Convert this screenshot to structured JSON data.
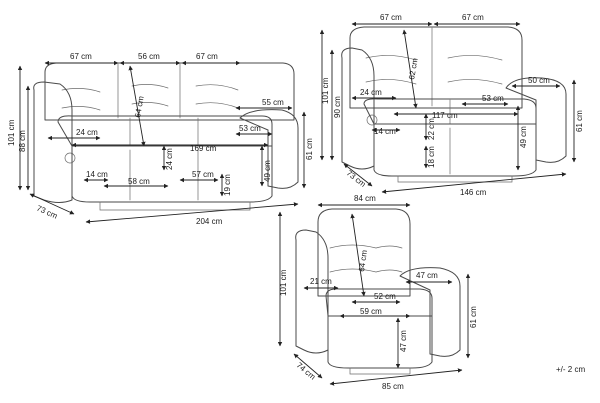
{
  "sofa3": {
    "back_width_left": "67 cm",
    "back_width_middle": "56 cm",
    "back_width_right": "67 cm",
    "backrest_height": "64 cm",
    "armrest_width": "55 cm",
    "armrest_top": "24 cm",
    "seat_depth_arm": "53 cm",
    "seat_width_total": "169 cm",
    "seat_cushion": "24 cm",
    "total_height": "101 cm",
    "back_height": "88 cm",
    "side_height": "61 cm",
    "seat_height": "49 cm",
    "footrest_height": "19 cm",
    "footrest_width": "57 cm",
    "inner_width": "58 cm",
    "arm_base": "14 cm",
    "depth": "73 cm",
    "total_width": "204 cm"
  },
  "sofa2": {
    "back_width_left": "67 cm",
    "back_width_right": "67 cm",
    "backrest_height": "62 cm",
    "arm_top": "24 cm",
    "armrest_width": "50 cm",
    "seat_depth": "53 cm",
    "seat_width": "117 cm",
    "seat_cushion": "22 cm",
    "arm_base": "14 cm",
    "footrest_height": "18 cm",
    "seat_height": "49 cm",
    "total_height": "101 cm",
    "back_height": "90 cm",
    "side_height": "61 cm",
    "depth": "73 cm",
    "total_width": "146 cm"
  },
  "armchair": {
    "back_width": "84 cm",
    "backrest_height": "64 cm",
    "arm_left": "21 cm",
    "arm_right": "47 cm",
    "seat_depth": "52 cm",
    "seat_width": "59 cm",
    "seat_height": "47 cm",
    "total_height": "101 cm",
    "side_height": "61 cm",
    "depth": "74 cm",
    "total_width": "85 cm"
  },
  "tolerance": "+/- 2 cm"
}
